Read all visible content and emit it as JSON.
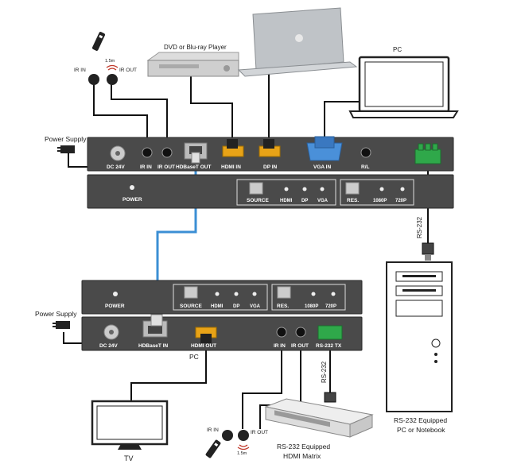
{
  "labels": {
    "power_supply_tx": "Power Supply",
    "power_supply_rx": "Power Supply",
    "dvd_player": "DVD or Blu-ray Player",
    "pc_top": "PC",
    "pc_mid": "PC",
    "tv": "TV",
    "rs232_equipped_pc_1": "RS-232 Equipped",
    "rs232_equipped_pc_2": "PC or Notebook",
    "rs232_equipped_matrix_1": "RS-232 Equipped",
    "rs232_equipped_matrix_2": "HDMI Matrix",
    "rs232_cable_tx": "RS-232",
    "rs232_cable_rx": "RS-232",
    "ir_in_top": "IR IN",
    "ir_out_top": "IR OUT",
    "ir_distance_top": "1.5m",
    "ir_in_bottom": "IR IN",
    "ir_out_bottom": "IR OUT",
    "ir_distance_bottom": "1.5m"
  },
  "transmitter": {
    "rear_ports": [
      "DC 24V",
      "IR IN",
      "IR OUT",
      "HDBaseT OUT",
      "HDMI IN",
      "DP IN",
      "VGA IN",
      "R/L"
    ],
    "front": {
      "power": "POWER",
      "source": "SOURCE",
      "src_leds": [
        "HDMI",
        "DP",
        "VGA"
      ],
      "res": "RES.",
      "res_leds": [
        "1080P",
        "720P"
      ]
    }
  },
  "receiver": {
    "front": {
      "power": "POWER",
      "source": "SOURCE",
      "src_leds": [
        "HDMI",
        "DP",
        "VGA"
      ],
      "res": "RES.",
      "res_leds": [
        "1080P",
        "720P"
      ]
    },
    "rear_ports": [
      "DC 24V",
      "HDBaseT IN",
      "HDMI OUT",
      "IR IN",
      "IR OUT",
      "RS-232 TX"
    ]
  },
  "colors": {
    "panel": "#4a4a4a",
    "hdmi_accent": "#e8a317",
    "vga_blue": "#4a90d9",
    "cat_cable": "#3b8fd4",
    "rs232_green": "#2fa84a"
  }
}
